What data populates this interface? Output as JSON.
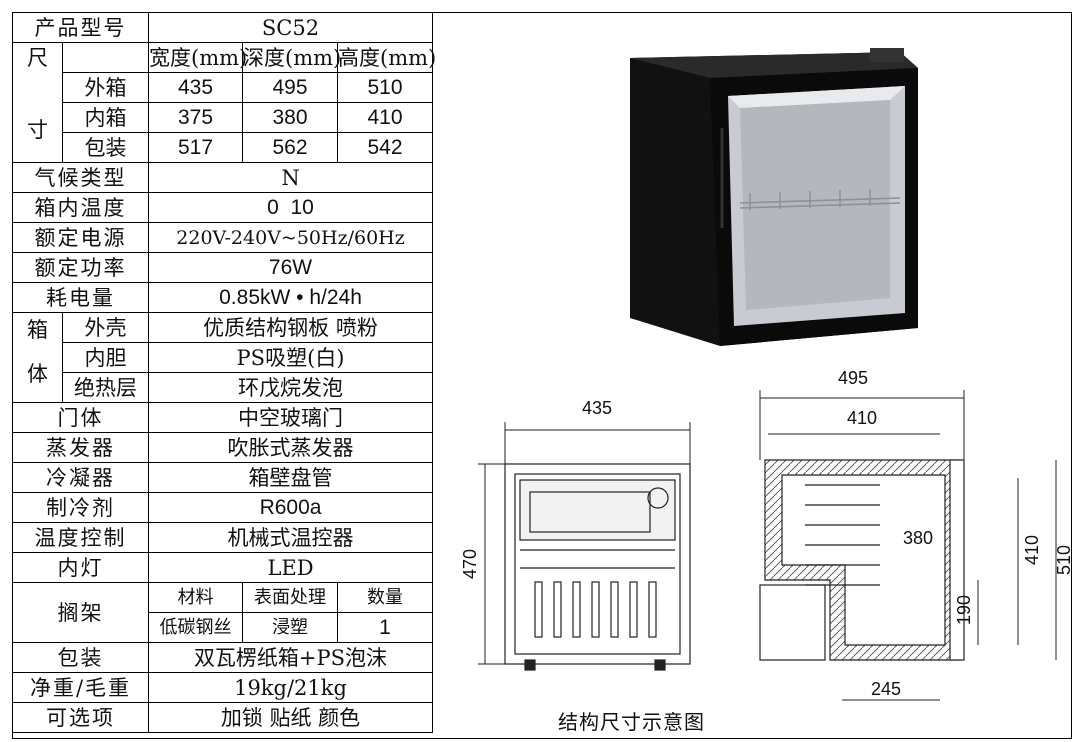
{
  "spec_table": {
    "model_label": "产品型号",
    "model_value": "SC52",
    "size_label_top": "尺",
    "size_label_bottom": "寸",
    "dim_headers": [
      "宽度(mm)",
      "深度(mm)",
      "高度(mm)"
    ],
    "dims": [
      {
        "label": "外箱",
        "values": [
          "435",
          "495",
          "510"
        ]
      },
      {
        "label": "内箱",
        "values": [
          "375",
          "380",
          "410"
        ]
      },
      {
        "label": "包装",
        "values": [
          "517",
          "562",
          "542"
        ]
      }
    ],
    "climate_label": "气候类型",
    "climate_value": "N",
    "temp_label": "箱内温度",
    "temp_value": "0  10",
    "power_supply_label": "额定电源",
    "power_supply_value": "220V-240V~50Hz/60Hz",
    "power_label": "额定功率",
    "power_value": "76W",
    "consumption_label": "耗电量",
    "consumption_value": "0.85kW • h/24h",
    "body_label_top": "箱",
    "body_label_bottom": "体",
    "body_rows": [
      {
        "label": "外壳",
        "value": "优质结构钢板 喷粉"
      },
      {
        "label": "内胆",
        "value": "PS吸塑(白)"
      },
      {
        "label": "绝热层",
        "value": "环戊烷发泡"
      }
    ],
    "door_label": "门体",
    "door_value": "中空玻璃门",
    "evaporator_label": "蒸发器",
    "evaporator_value": "吹胀式蒸发器",
    "condenser_label": "冷凝器",
    "condenser_value": "箱壁盘管",
    "refrigerant_label": "制冷剂",
    "refrigerant_value": "R600a",
    "thermostat_label": "温度控制",
    "thermostat_value": "机械式温控器",
    "light_label": "内灯",
    "light_value": "LED",
    "shelf_label": "搁架",
    "shelf_headers": [
      "材料",
      "表面处理",
      "数量"
    ],
    "shelf_values": [
      "低碳钢丝",
      "浸塑",
      "1"
    ],
    "package_label": "包装",
    "package_value": "双瓦楞纸箱+PS泡沫",
    "weight_label": "净重/毛重",
    "weight_value": "19kg/21kg",
    "options_label": "可选项",
    "options_value": "加锁 贴纸 颜色"
  },
  "drawing": {
    "front_width": "435",
    "front_height": "470",
    "side_depth": "495",
    "side_inner_depth": "410",
    "side_inner": "380",
    "side_inner_height": "410",
    "side_height": "510",
    "compressor_height": "190",
    "base_depth": "245",
    "caption": "结构尺寸示意图"
  }
}
